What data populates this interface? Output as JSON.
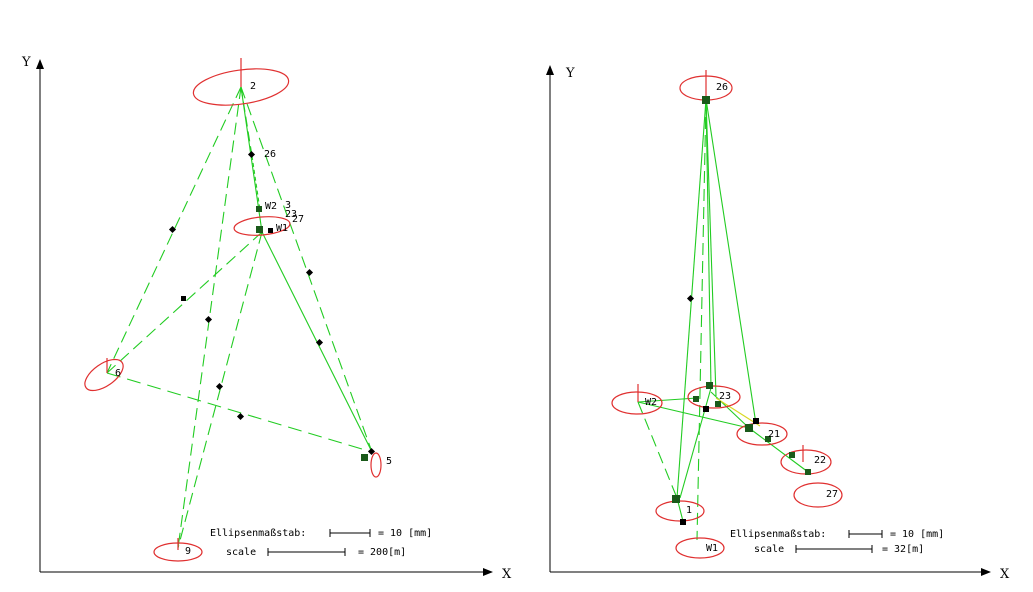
{
  "colors": {
    "axis": "#000000",
    "ellipse": "#e03030",
    "line": "#22cc22",
    "line_alt": "#d8d820",
    "marker": "#000000",
    "marker_fill": "#1a5a1a"
  },
  "left": {
    "axis_x": "X",
    "axis_y": "Y",
    "points": [
      {
        "id": "2",
        "label": "2"
      },
      {
        "id": "26",
        "label": "26"
      },
      {
        "id": "W2",
        "label": "W2"
      },
      {
        "id": "3",
        "label": "3"
      },
      {
        "id": "23",
        "label": "23"
      },
      {
        "id": "27",
        "label": "27"
      },
      {
        "id": "W1",
        "label": "W1"
      },
      {
        "id": "6",
        "label": "6"
      },
      {
        "id": "5",
        "label": "5"
      },
      {
        "id": "9",
        "label": "9"
      }
    ],
    "ellipse_scale_label": "Ellipsenmaßstab:",
    "ellipse_scale_value": "= 10 [mm]",
    "scale_label": "scale",
    "scale_value": "= 200[m]"
  },
  "right": {
    "axis_x": "X",
    "axis_y": "Y",
    "points": [
      {
        "id": "26",
        "label": "26"
      },
      {
        "id": "W2",
        "label": "W2"
      },
      {
        "id": "23",
        "label": "23"
      },
      {
        "id": "21",
        "label": "21"
      },
      {
        "id": "22",
        "label": "22"
      },
      {
        "id": "27",
        "label": "27"
      },
      {
        "id": "1",
        "label": "1"
      },
      {
        "id": "W1",
        "label": "W1"
      }
    ],
    "ellipse_scale_label": "Ellipsenmaßstab:",
    "ellipse_scale_value": "= 10 [mm]",
    "scale_label": "scale",
    "scale_value": "= 32[m]"
  }
}
